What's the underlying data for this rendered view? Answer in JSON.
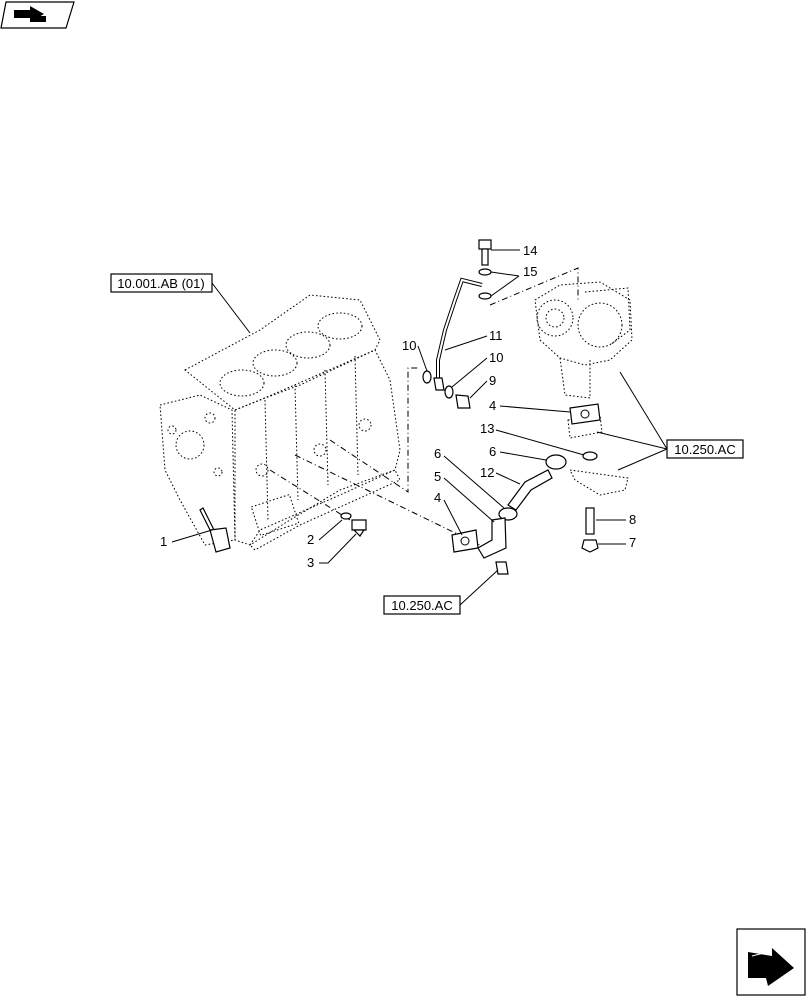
{
  "icons": {
    "top_left": "section-navigation-icon",
    "bottom_right": "next-page-arrow-icon"
  },
  "references": {
    "engine_block": "10.001.AB (01)",
    "turbo_right": "10.250.AC",
    "turbo_bottom": "10.250.AC"
  },
  "callouts": {
    "c1": "1",
    "c2": "2",
    "c3": "3",
    "c4a": "4",
    "c4b": "4",
    "c5": "5",
    "c6a": "6",
    "c6b": "6",
    "c7": "7",
    "c8": "8",
    "c9": "9",
    "c10a": "10",
    "c10b": "10",
    "c11": "11",
    "c12": "12",
    "c13": "13",
    "c14": "14",
    "c15": "15"
  }
}
